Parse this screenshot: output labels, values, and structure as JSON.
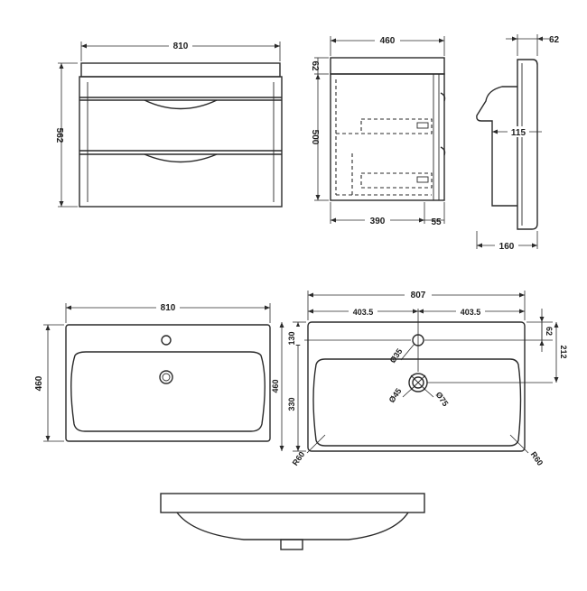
{
  "front_view": {
    "width": "810",
    "height": "562"
  },
  "side_view": {
    "depth": "460",
    "top": "62",
    "height": "500",
    "inner": "390",
    "back": "55"
  },
  "mirror_profile": {
    "top": "62",
    "mid": "115",
    "bottom": "160"
  },
  "basin_top": {
    "width": "810",
    "depth": "460"
  },
  "basin_plan": {
    "overall": "807",
    "left_half": "403.5",
    "right_half": "403.5",
    "tap_offset": "130",
    "bowl_depth": "330",
    "side_depth": "460",
    "right_top": "62",
    "right_bottom": "212",
    "tap_hole": "Ø35",
    "waste_small": "Ø45",
    "waste_large": "Ø75",
    "radius_left": "R60",
    "radius_right": "R60"
  }
}
